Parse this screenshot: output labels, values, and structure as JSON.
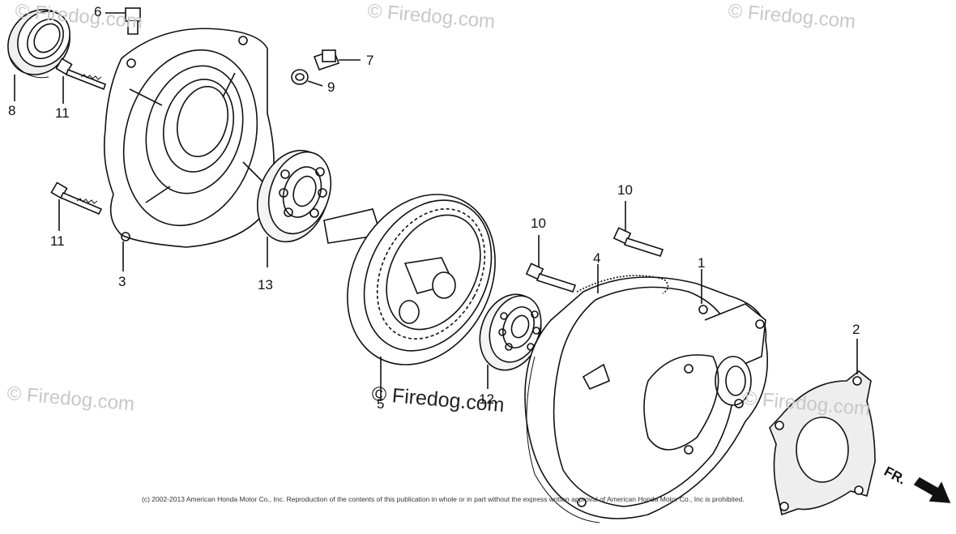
{
  "watermarks": [
    "© Firedog.com",
    "© Firedog.com",
    "© Firedog.com",
    "© Firedog.com",
    "© Firedog.com",
    "© Firedog.com"
  ],
  "watermark_center": "© Firedog.com",
  "part_labels": {
    "p1": "1",
    "p2": "2",
    "p3": "3",
    "p4": "4",
    "p5": "5",
    "p6": "6",
    "p7": "7",
    "p8": "8",
    "p9": "9",
    "p10a": "10",
    "p10b": "10",
    "p11a": "11",
    "p11b": "11",
    "p12": "12",
    "p13": "13"
  },
  "direction_label": "FR.",
  "copyright": "(c) 2002-2013 American Honda Motor Co., Inc. Reproduction of the contents of this publication in whole or in part without the express written approval of American Honda Motor Co., Inc is prohibited.",
  "colors": {
    "line": "#111111",
    "watermark": "#c8c8c8",
    "background": "#ffffff"
  }
}
